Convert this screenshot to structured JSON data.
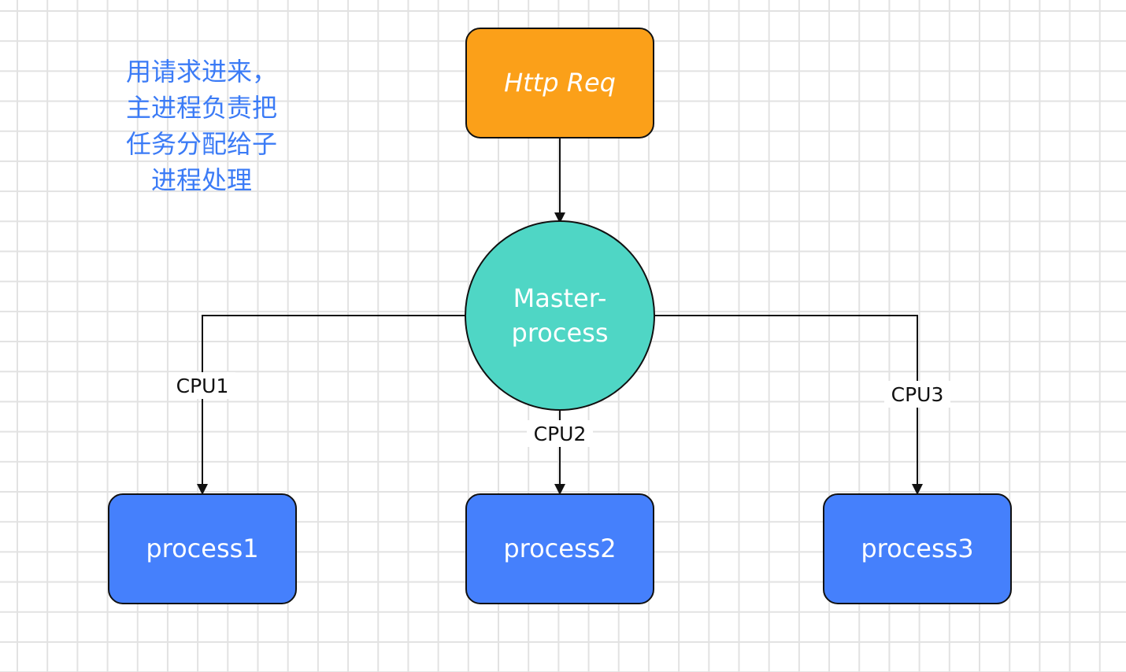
{
  "note": {
    "lines": [
      "用请求进来，",
      "主进程负责把",
      "任务分配给子",
      "进程处理"
    ],
    "color": "#3b7bf6"
  },
  "nodes": {
    "http_req": {
      "label": "Http Req",
      "fill": "#fba019"
    },
    "master": {
      "label_line1": "Master-",
      "label_line2": "process",
      "fill": "#4fd6c5"
    },
    "process1": {
      "label": "process1",
      "fill": "#4580fc"
    },
    "process2": {
      "label": "process2",
      "fill": "#4580fc"
    },
    "process3": {
      "label": "process3",
      "fill": "#4580fc"
    }
  },
  "edges": {
    "cpu1": "CPU1",
    "cpu2": "CPU2",
    "cpu3": "CPU3"
  }
}
